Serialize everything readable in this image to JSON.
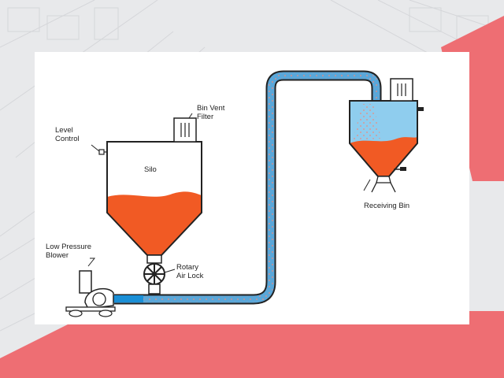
{
  "labels": {
    "silo": "Silo",
    "bin_vent_filter": [
      "Bin Vent",
      "Filter"
    ],
    "level_control": [
      "Level",
      "Control"
    ],
    "low_pressure_blower": [
      "Low Pressure",
      "Blower"
    ],
    "rotary_air_lock": [
      "Rotary",
      "Air Lock"
    ],
    "receiving_bin": "Receiving Bin"
  },
  "colors": {
    "material": "#f15a24",
    "pipe": "#5aa7d9",
    "bin_air": "#8fcdee",
    "background_accent": "#ee6e73"
  }
}
